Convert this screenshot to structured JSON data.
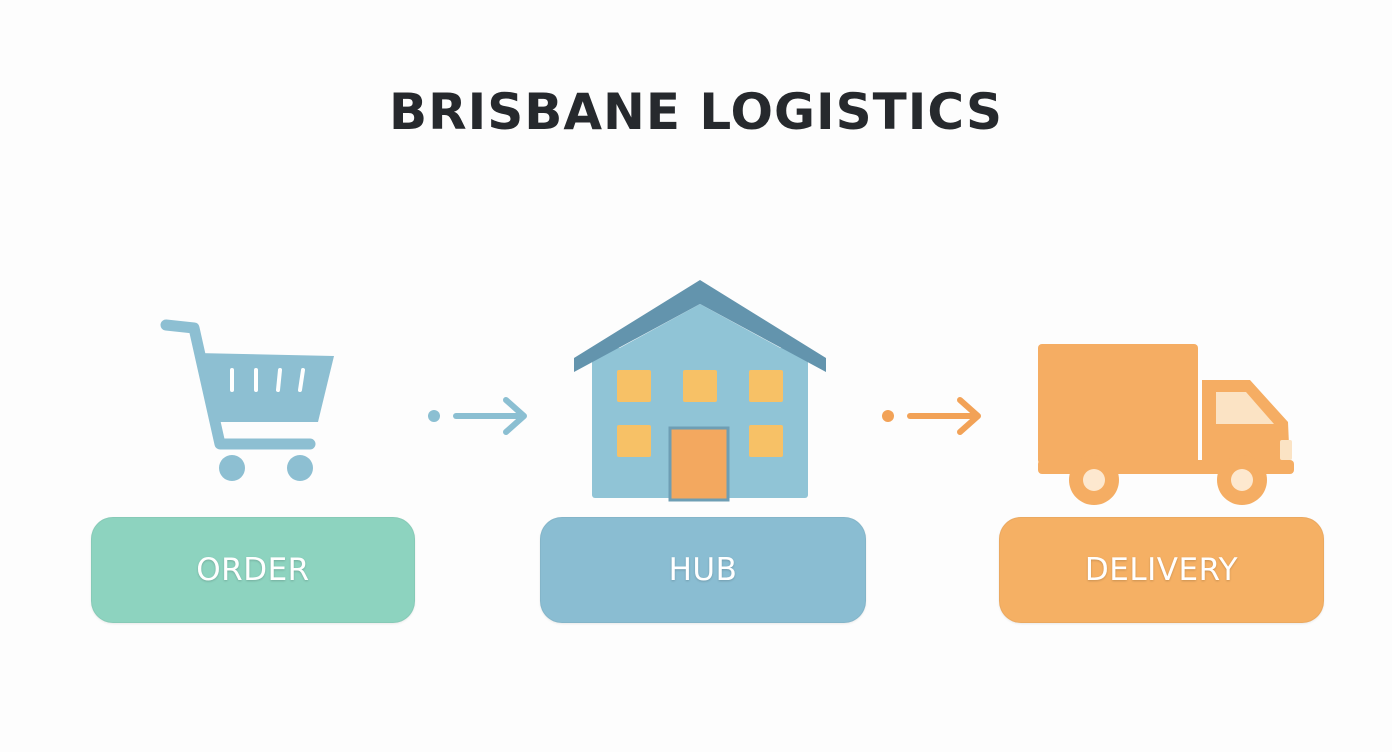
{
  "title": "BRISBANE LOGISTICS",
  "steps": [
    {
      "label": "ORDER",
      "icon": "shopping-cart-icon",
      "color": "#8dd3bf"
    },
    {
      "label": "HUB",
      "icon": "warehouse-building-icon",
      "color": "#8abdd2"
    },
    {
      "label": "DELIVERY",
      "icon": "delivery-truck-icon",
      "color": "#f5b064"
    }
  ],
  "arrows": [
    {
      "icon": "arrow-right-icon",
      "color": "#8bbfd2"
    },
    {
      "icon": "arrow-right-icon",
      "color": "#f2a257"
    }
  ],
  "colors": {
    "title": "#26292d",
    "cart": "#8dbfd2",
    "house_roof": "#6394ad",
    "house_wall": "#90c4d6",
    "house_window": "#f7c166",
    "house_door": "#f3a85f",
    "truck": "#f5ad63"
  }
}
